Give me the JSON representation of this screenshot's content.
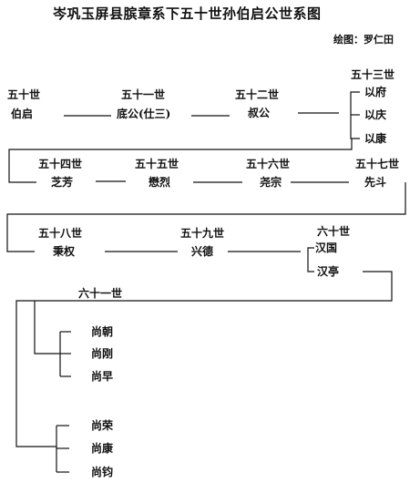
{
  "title": "岑巩玉屏县膑章系下五十世孙伯启公世系图",
  "author": "绘图：罗仁田",
  "generations": {
    "g50": "五十世",
    "g51": "五十一世",
    "g52": "五十二世",
    "g53": "五十三世",
    "g54": "五十四世",
    "g55": "五十五世",
    "g56": "五十六世",
    "g57": "五十七世",
    "g58": "五十八世",
    "g59": "五十九世",
    "g60": "六十世",
    "g61": "六十一世"
  },
  "names": {
    "n50": "伯启",
    "n51": "底公(仕三)",
    "n52": "叔公",
    "n53a": "以府",
    "n53b": "以庆",
    "n53c": "以康",
    "n54": "芝芳",
    "n55": "懋烈",
    "n56": "尧宗",
    "n57": "先斗",
    "n58": "秉权",
    "n59": "兴德",
    "n60a": "汉国",
    "n60b": "汉亭",
    "n61a": "尚朝",
    "n61b": "尚刚",
    "n61c": "尚早",
    "n61d": "尚荣",
    "n61e": "尚康",
    "n61f": "尚钧"
  }
}
